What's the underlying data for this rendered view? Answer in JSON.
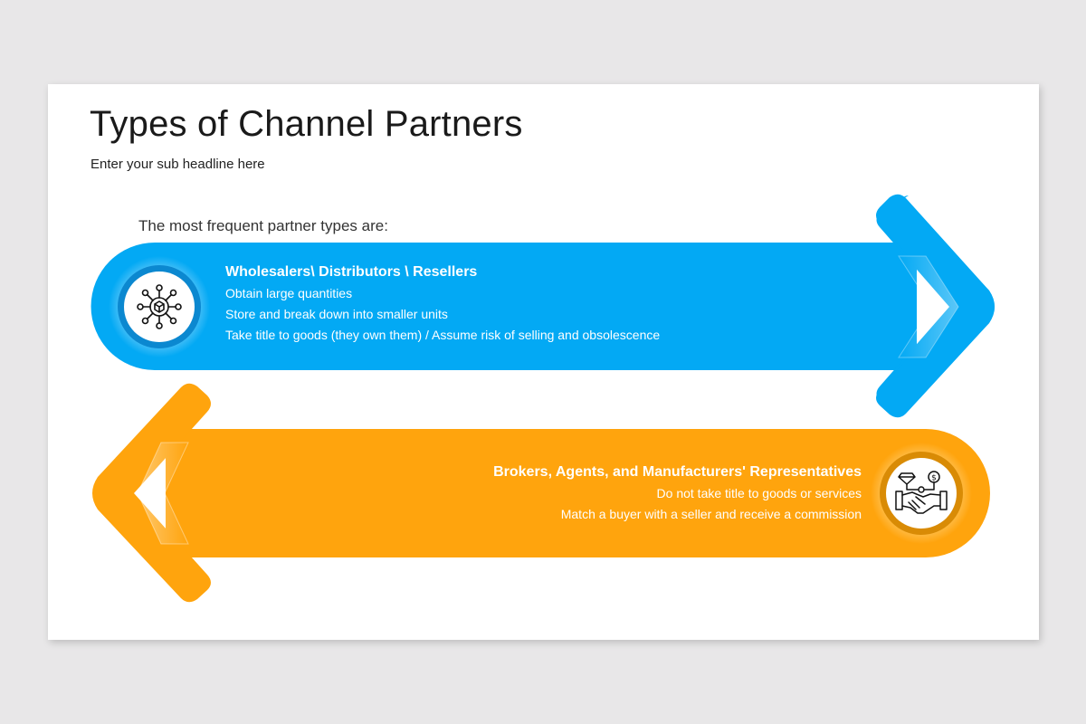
{
  "slide": {
    "title": "Types of Channel Partners",
    "subtitle": "Enter your sub headline here",
    "intro": "The most frequent partner types are:"
  },
  "partners": [
    {
      "direction": "right",
      "color": "#03a9f4",
      "icon": "network-box-icon",
      "heading": "Wholesalers\\ Distributors \\ Resellers",
      "points": [
        "Obtain large quantities",
        "Store and break down into smaller units",
        "Take title to goods (they own them) / Assume risk of selling and obsolescence"
      ]
    },
    {
      "direction": "left",
      "color": "#ffa40d",
      "icon": "handshake-deal-icon",
      "heading": "Brokers, Agents, and Manufacturers' Representatives",
      "points": [
        "Do not take title to goods or services",
        "Match a buyer with a seller and receive a commission"
      ]
    }
  ],
  "colors": {
    "background": "#e8e7e8",
    "slide": "#ffffff",
    "blue": "#03a9f4",
    "blue_dark": "#0288d1",
    "orange": "#ffa40d",
    "orange_dark": "#e08e00",
    "text_dark": "#1a1a1a"
  }
}
